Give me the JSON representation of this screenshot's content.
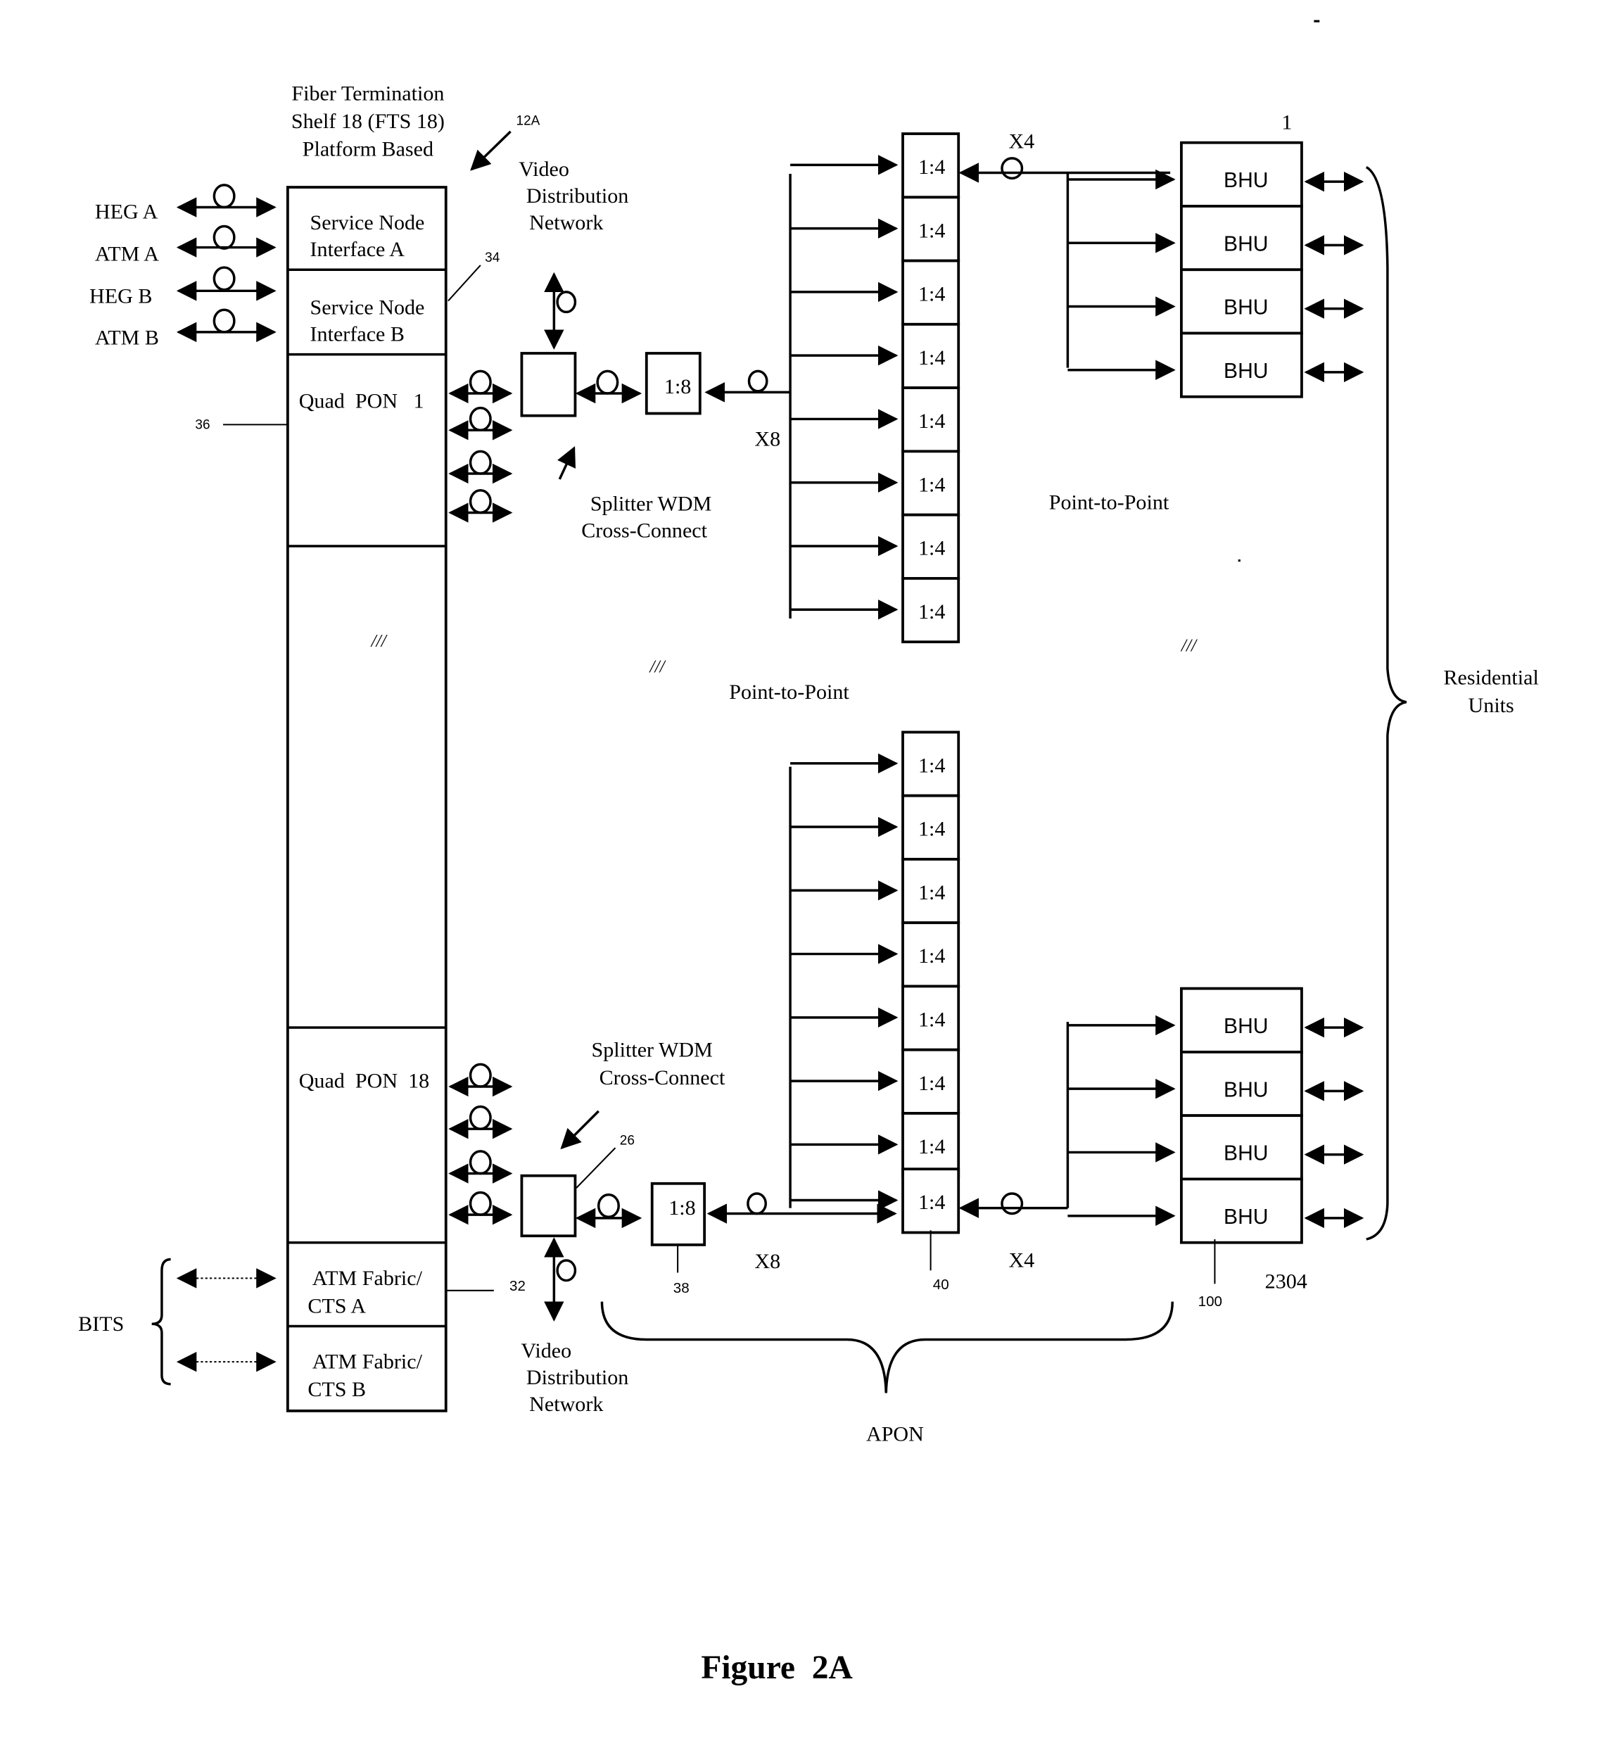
{
  "figure": {
    "caption": "Figure  2A",
    "shelf_title": [
      "Fiber Termination",
      "Shelf 18 (FTS 18)",
      "Platform Based"
    ],
    "ref_12a": "12A",
    "ref_34": "34",
    "ref_36": "36",
    "ref_32": "32",
    "ref_26": "26",
    "ref_38": "38",
    "ref_40": "40",
    "ref_100": "100",
    "ref_1": "1",
    "ref_2304": "2304"
  },
  "left_inputs": [
    "HEG A",
    "ATM A",
    "HEG B",
    "ATM B"
  ],
  "shelf": {
    "sni_a": [
      "Service Node",
      "Interface A"
    ],
    "sni_b": [
      "Service Node",
      "Interface B"
    ],
    "pon_1": "Quad  PON   1",
    "ellipsis": "///",
    "pon_18": "Quad  PON  18",
    "atm_a": [
      "ATM Fabric/",
      "CTS A"
    ],
    "atm_b": [
      "ATM Fabric/",
      "CTS B"
    ]
  },
  "bits_label": "BITS",
  "video_network": [
    "Video",
    "Distribution",
    "Network"
  ],
  "splitter_wdm": [
    "Splitter WDM",
    "Cross-Connect"
  ],
  "splitter_1_8": "1:8",
  "splitter_1_4": "1:4",
  "x8": "X8",
  "x4": "X4",
  "bhu": "BHU",
  "point_to_point": "Point-to-Point",
  "ellipsis": "///",
  "residential_units": [
    "Residential",
    "Units"
  ],
  "apon": "APON"
}
